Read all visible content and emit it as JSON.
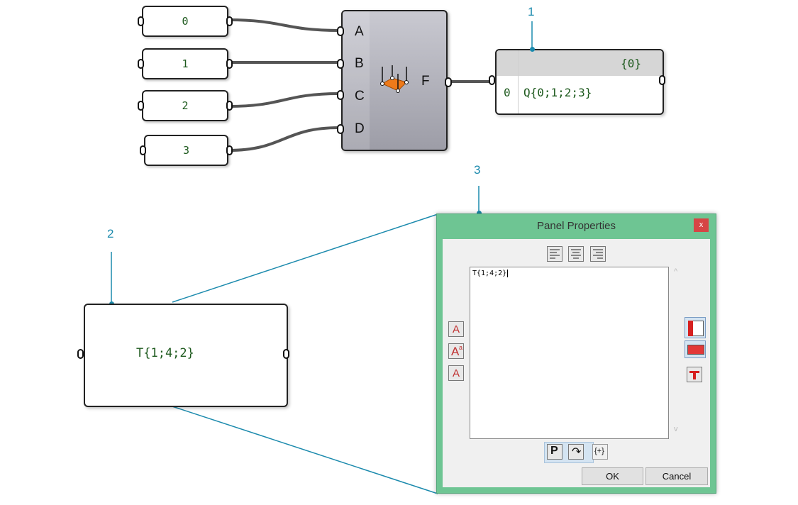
{
  "inputs": [
    {
      "value": "0"
    },
    {
      "value": "1"
    },
    {
      "value": "2"
    },
    {
      "value": "3"
    }
  ],
  "component": {
    "inputs": [
      "A",
      "B",
      "C",
      "D"
    ],
    "output": "F",
    "icon": "quad-points-icon"
  },
  "output_panel": {
    "path": "{0}",
    "index": "0",
    "value": "Q{0;1;2;3}"
  },
  "callouts": {
    "c1": "1",
    "c2": "2",
    "c3": "3"
  },
  "big_panel": {
    "text": "T{1;4;2}"
  },
  "dialog": {
    "title": "Panel Properties",
    "close": "x",
    "content": "T{1;4;2}",
    "ok": "OK",
    "cancel": "Cancel",
    "left_tools": [
      "font-size-up-icon",
      "font-icon",
      "font-size-down-icon"
    ],
    "right_tools": [
      "panel-color-icon",
      "panel-fill-icon",
      "paint-bucket-icon"
    ],
    "bottom_tools": [
      "multiline-icon",
      "wrap-icon",
      "special-code-icon"
    ]
  },
  "colors": {
    "dialog_green": "#6ec593",
    "callout_blue": "#1b8aad",
    "text_green": "#1e5a1e"
  }
}
